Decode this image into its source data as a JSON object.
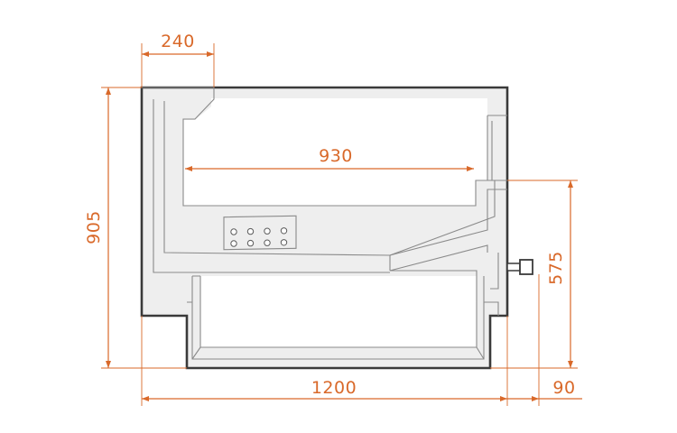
{
  "colors": {
    "dimension": "#d9692a",
    "outline": "#3a3a3a",
    "inner_line": "#8a8a8a",
    "body_fill": "#eeeeee"
  },
  "dimensions": {
    "top_left_width": "240",
    "inner_width": "930",
    "total_height": "905",
    "side_height": "575",
    "total_width": "1200",
    "offset_width": "90"
  }
}
